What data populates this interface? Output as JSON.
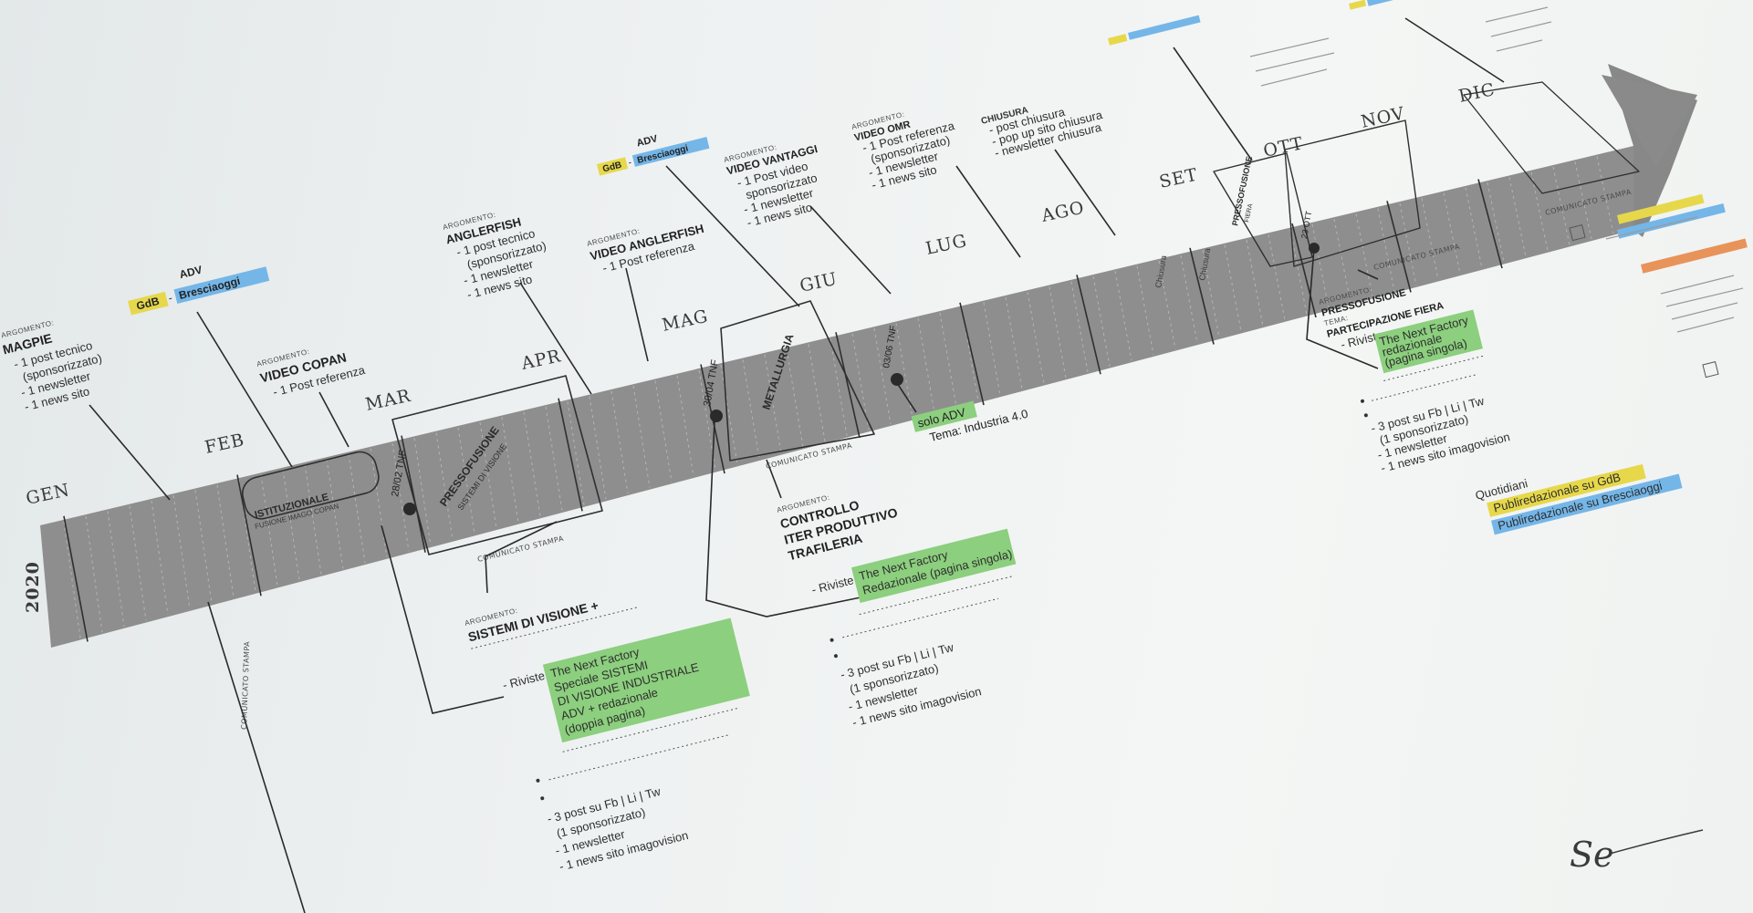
{
  "year": "2020",
  "months": [
    "GEN",
    "FEB",
    "MAR",
    "APR",
    "MAG",
    "GIU",
    "LUG",
    "AGO",
    "SET",
    "OTT",
    "NOV",
    "DIC"
  ],
  "bar_labels": {
    "istituzionale": "ISTITUZIONALE",
    "fusione": "FUSIONE IMAGO COPAN",
    "pressofusione": "PRESSOFUSIONE",
    "sistemi_visione": "SISTEMI DI VISIONE",
    "metallurgia": "METALLURGIA",
    "date_tnf_feb": "28/02 TNF",
    "date_tnf_apr": "30/04 TNF",
    "date_tnf_giu": "03/06 TNF",
    "chiusura_a": "Chiusura",
    "chiusura_b": "Chiusura",
    "pressofusione_fiera": "PRESSOFUSIONE",
    "fiera_label": "FIERA",
    "date_ott": "23 OTT",
    "comunicato_mar": "COMUNICATO STAMPA",
    "comunicato_mag": "COMUNICATO STAMPA",
    "comunicato_ott": "COMUNICATO STAMPA",
    "comunicato_dic": "COMUNICATO STAMPA",
    "comunicato_vertical": "COMUNICATO STAMPA"
  },
  "gen": {
    "argomento": "ARGOMENTO:",
    "title": "MAGPIE",
    "lines": [
      "- 1 post tecnico",
      "(sponsorizzato)",
      "- 1 newsletter",
      "- 1 news sito"
    ]
  },
  "feb_adv": {
    "adv": "ADV",
    "gdb": "GdB",
    "sep": "-",
    "brescia": "Bresciaoggi"
  },
  "feb": {
    "argomento": "ARGOMENTO:",
    "title": "VIDEO COPAN",
    "lines": [
      "- 1 Post referenza"
    ]
  },
  "apr": {
    "argomento": "ARGOMENTO:",
    "title": "ANGLERFISH",
    "lines": [
      "- 1 post tecnico",
      "(sponsorizzato)",
      "- 1 newsletter",
      "- 1 news sito"
    ]
  },
  "mag_a": {
    "argomento": "ARGOMENTO:",
    "title": "VIDEO ANGLERFISH",
    "lines": [
      "- 1 Post referenza"
    ]
  },
  "mag_adv": {
    "adv": "ADV",
    "gdb": "GdB",
    "sep": "-",
    "brescia": "Bresciaoggi"
  },
  "giu": {
    "argomento": "ARGOMENTO:",
    "title": "VIDEO VANTAGGI",
    "lines": [
      "- 1 Post video",
      "sponsorizzato",
      "- 1 newsletter",
      "- 1 news sito"
    ]
  },
  "lug": {
    "argomento": "ARGOMENTO:",
    "title": "VIDEO OMR",
    "lines": [
      "- 1 Post referenza",
      "(sponsorizzato)",
      "- 1 newsletter",
      "- 1 news sito"
    ]
  },
  "ago": {
    "title": "CHIUSURA",
    "lines": [
      "- post chiusura",
      "- pop up sito chiusura",
      "- newsletter chiusura"
    ]
  },
  "giu_adv": {
    "label": "solo ADV",
    "tema": "Tema: Industria 4.0"
  },
  "mar_below": {
    "argomento": "ARGOMENTO:",
    "title": "SISTEMI DI VISIONE +",
    "riviste": "- Riviste",
    "green": [
      "The Next Factory",
      "Speciale SISTEMI",
      "DI VISIONE INDUSTRIALE",
      "ADV + redazionale",
      "(doppia pagina)"
    ],
    "social": [
      "- 3 post su Fb | Li | Tw",
      "(1 sponsorizzato)",
      "- 1 newsletter",
      "- 1 news sito imagovision"
    ]
  },
  "mag_below": {
    "argomento": "ARGOMENTO:",
    "title_lines": [
      "CONTROLLO",
      "ITER PRODUTTIVO",
      "TRAFILERIA"
    ],
    "riviste": "- Riviste",
    "green": [
      "The Next Factory",
      "Redazionale (pagina singola)"
    ],
    "social": [
      "- 3 post su Fb | Li | Tw",
      "(1 sponsorizzato)",
      "- 1 newsletter",
      "- 1 news sito imagovision"
    ]
  },
  "ott_below": {
    "argomento": "ARGOMENTO:",
    "title": "PRESSOFUSIONE",
    "tema": "TEMA:",
    "tema_title": "PARTECIPAZIONE FIERA",
    "riviste": "- Riviste",
    "green": [
      "The Next Factory",
      "redazionale",
      "(pagina singola)"
    ],
    "social": [
      "- 3 post su Fb | Li | Tw",
      "(1 sponsorizzato)",
      "- 1 newsletter",
      "- 1 news sito imagovision"
    ],
    "quotidiani": "Quotidiani",
    "yellow": "Publiredazionale su GdB",
    "blue": "Publiredazionale su Bresciaoggi"
  },
  "signature": "Se",
  "colors": {
    "bar": "#8f8f8f",
    "bar_dark": "#7d7d7d",
    "green": "#8ccf7e",
    "yellow": "#e6d84a",
    "blue": "#74b6e8",
    "orange": "#e8935a",
    "ink": "#2b2b2b"
  }
}
